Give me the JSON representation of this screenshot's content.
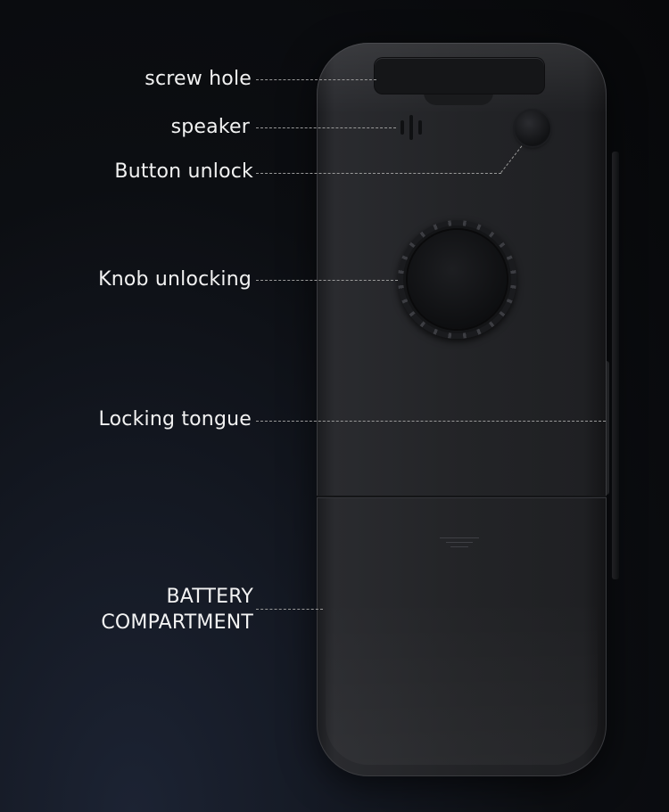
{
  "labels": {
    "screw_hole": "screw hole",
    "speaker": "speaker",
    "button_unlock": "Button unlock",
    "knob_unlocking": "Knob unlocking",
    "locking_tongue": "Locking tongue",
    "battery_line1": "BATTERY",
    "battery_line2": "COMPARTMENT"
  },
  "colors": {
    "background": "#0c0e12",
    "device_body": "#232427",
    "label_text": "#f2f2f2",
    "leader_line": "#9a9a9a"
  }
}
